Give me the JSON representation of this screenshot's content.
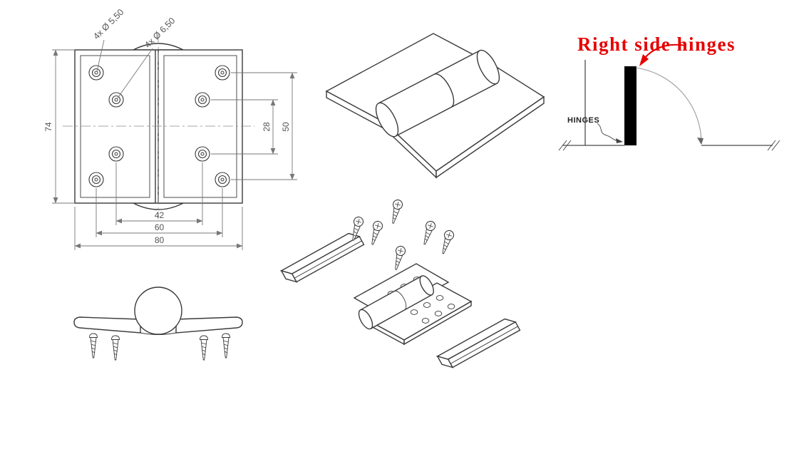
{
  "front_view": {
    "height_overall": "74",
    "inner_hole_spacing_v": "28",
    "outer_hole_spacing_v": "50",
    "inner_hole_spacing_h": "42",
    "outer_hole_spacing_h": "60",
    "width_overall": "80",
    "callout_small": "4x Ø 5,50",
    "callout_large": "4x Ø 6,50"
  },
  "swing_diagram": {
    "title": "Right side hinges",
    "hinges_label": "HINGES"
  },
  "colors": {
    "accent_red": "#e60000",
    "object_line": "#3a3a3a",
    "dim_line": "#777777",
    "black": "#000000"
  }
}
